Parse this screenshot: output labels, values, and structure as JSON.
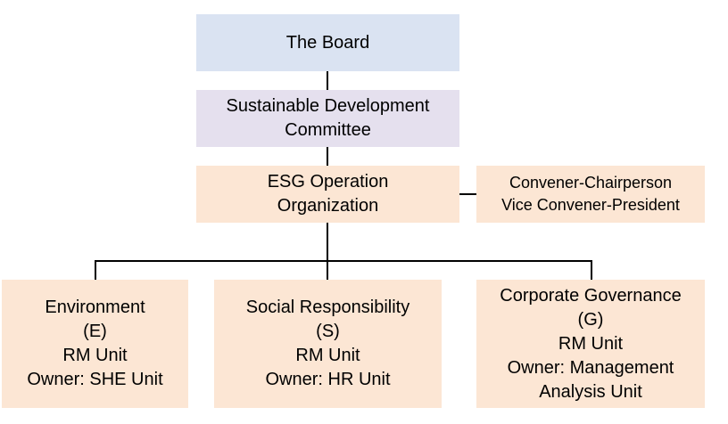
{
  "colors": {
    "board_fill": "#dae3f2",
    "committee_fill": "#e5e0ee",
    "org_fill": "#fce6d4",
    "connector": "#000000"
  },
  "board": {
    "lines": [
      "The Board"
    ]
  },
  "committee": {
    "lines": [
      "Sustainable Development",
      "Committee"
    ]
  },
  "operation": {
    "lines": [
      "ESG Operation",
      "Organization"
    ]
  },
  "convener": {
    "lines": [
      "Convener-Chairperson",
      "Vice Convener-President"
    ]
  },
  "environment": {
    "lines": [
      "Environment",
      "(E)",
      "RM Unit",
      "Owner: SHE Unit"
    ]
  },
  "social": {
    "lines": [
      "Social Responsibility",
      "(S)",
      "RM Unit",
      "Owner: HR Unit"
    ]
  },
  "governance": {
    "lines": [
      "Corporate Governance",
      "(G)",
      "RM Unit",
      "Owner: Management",
      "Analysis Unit"
    ]
  }
}
